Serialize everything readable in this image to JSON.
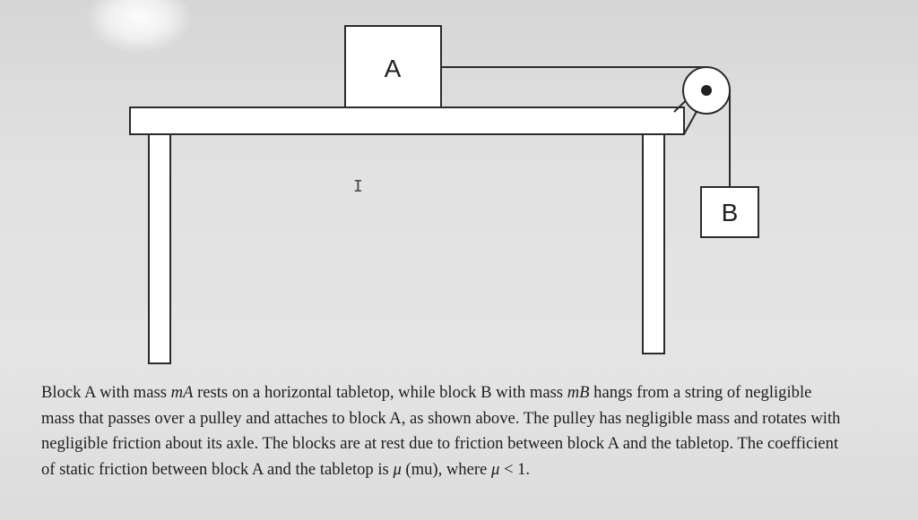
{
  "figure": {
    "block_a_label": "A",
    "block_b_label": "B"
  },
  "problem": {
    "part1": "Block A with mass ",
    "mass_a_symbol": "mA",
    "part2": " rests on a horizontal tabletop, while block B with mass ",
    "mass_b_symbol": "mB",
    "part3": " hangs from a string of negligible mass that passes over a pulley and attaches to block A, as shown above. The pulley has negligible mass and rotates with negligible friction about its axle. The blocks are at rest due to friction between block A and the tabletop. The coefficient of static friction between block A and the tabletop is ",
    "mu_symbol": "μ",
    "part4": " (mu), where ",
    "mu_symbol_2": "μ",
    "part5": " < 1."
  }
}
